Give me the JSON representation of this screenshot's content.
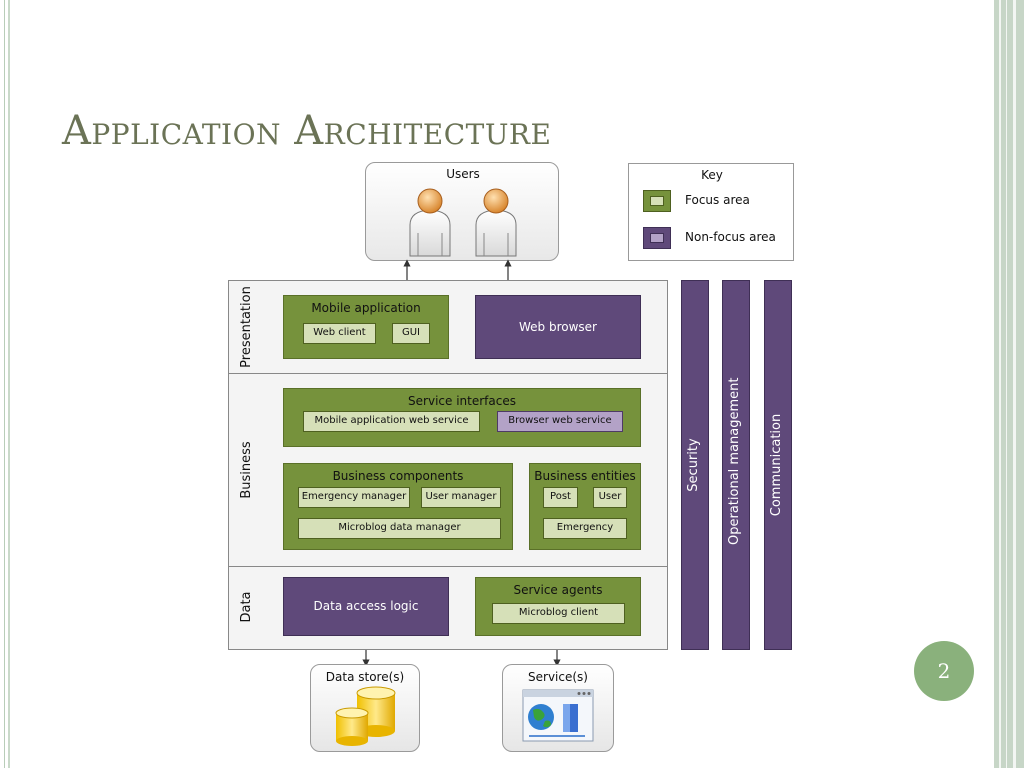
{
  "slide": {
    "title": "Application Architecture",
    "page_number": "2"
  },
  "users": {
    "label": "Users"
  },
  "key": {
    "title": "Key",
    "items": [
      {
        "label": "Focus area",
        "color": "#76923c"
      },
      {
        "label": "Non-focus area",
        "color": "#5f497a"
      }
    ]
  },
  "layers": {
    "presentation": {
      "label": "Presentation",
      "mobile_app": {
        "title": "Mobile application",
        "web_client": "Web client",
        "gui": "GUI"
      },
      "web_browser": "Web browser"
    },
    "business": {
      "label": "Business",
      "service_interfaces": {
        "title": "Service interfaces",
        "mobile_ws": "Mobile application web service",
        "browser_ws": "Browser web service"
      },
      "business_components": {
        "title": "Business components",
        "emergency_manager": "Emergency manager",
        "user_manager": "User manager",
        "microblog_data_manager": "Microblog data manager"
      },
      "business_entities": {
        "title": "Business entities",
        "post": "Post",
        "user": "User",
        "emergency": "Emergency"
      }
    },
    "data": {
      "label": "Data",
      "data_access_logic": "Data access logic",
      "service_agents": {
        "title": "Service agents",
        "microblog_client": "Microblog client"
      }
    }
  },
  "cross_cutting": {
    "security": "Security",
    "operational_management": "Operational management",
    "communication": "Communication"
  },
  "externals": {
    "data_stores": "Data store(s)",
    "services": "Service(s)"
  },
  "colors": {
    "focus": "#76923c",
    "focus_light": "#d6e0b8",
    "non_focus": "#5f497a",
    "non_focus_light": "#b3a2c7",
    "title_text": "#6b7356",
    "page_badge": "#8ab17c"
  }
}
